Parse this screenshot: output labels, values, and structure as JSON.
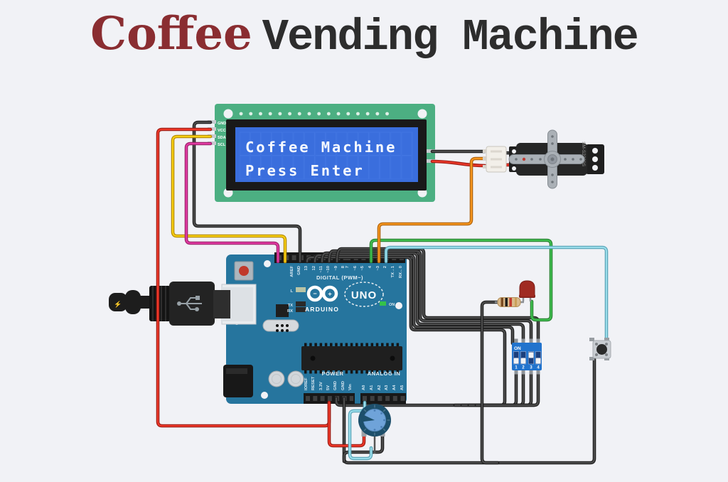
{
  "title": {
    "word1": "Coffee",
    "word2": "Vending Machine"
  },
  "lcd": {
    "line1": "Coffee Machine",
    "line2": "Press Enter",
    "pin_labels": [
      "GND",
      "VCC",
      "SDA",
      "SCL"
    ]
  },
  "servo": {
    "model": "SM-S2309S"
  },
  "arduino": {
    "brand": "ARDUINO",
    "model": "UNO",
    "on_label": "ON",
    "logo_minus": "−",
    "logo_plus": "+",
    "digital_header_label": "DIGITAL (PWM~)",
    "power_header_label": "POWER",
    "analog_header_label": "ANALOG IN",
    "led_labels": {
      "l": "L",
      "tx": "TX",
      "rx": "RX"
    },
    "pins_digital_left": [
      "AREF",
      "GND",
      "13",
      "12",
      "~11",
      "~10",
      "~9",
      "8"
    ],
    "pins_digital_right": [
      "7",
      "~6",
      "~5",
      "4",
      "~3",
      "2",
      "TX→1",
      "RX←0"
    ],
    "pins_power": [
      "IOREF",
      "RESET",
      "3.3V",
      "5V",
      "GND",
      "GND",
      "Vin"
    ],
    "pins_analog": [
      "A0",
      "A1",
      "A2",
      "A3",
      "A4",
      "A5"
    ]
  },
  "dip_switch": {
    "on_label": "ON",
    "positions": [
      "1",
      "2",
      "3",
      "4"
    ],
    "states": [
      false,
      false,
      true,
      false
    ]
  },
  "colors": {
    "background": "#f1f2f6",
    "title_accent": "#8a2d31",
    "title_dark": "#2d2d2d",
    "lcd_board_green": "#4caf82",
    "lcd_screen_blue": "#3a6edd",
    "arduino_blue": "#26759e",
    "dip_blue": "#2173cd",
    "wire_red": "#ef392a",
    "wire_yellow": "#f7cf13",
    "wire_pink": "#e23aa4",
    "wire_green": "#3fbf4f",
    "wire_orange": "#f6961e",
    "wire_cyan": "#9adeeb",
    "wire_black": "#222222",
    "led_red": "#a02b22"
  },
  "wires": [
    {
      "name": "lcd-gnd-to-digital-gnd",
      "color": "black"
    },
    {
      "name": "lcd-vcc-to-5v",
      "color": "red"
    },
    {
      "name": "lcd-sda",
      "color": "yellow"
    },
    {
      "name": "lcd-scl",
      "color": "pink"
    },
    {
      "name": "servo-power",
      "color": "black/red"
    },
    {
      "name": "servo-signal-to-pin3",
      "color": "orange"
    },
    {
      "name": "led-to-pin4",
      "color": "green"
    },
    {
      "name": "button-to-pin2",
      "color": "cyan"
    },
    {
      "name": "dip-bus-pins-13-12-11-10-9",
      "color": "black"
    },
    {
      "name": "ground-bus",
      "color": "black"
    },
    {
      "name": "pot-wiper-to-a0",
      "color": "cyan"
    },
    {
      "name": "pot-to-5v",
      "color": "red"
    }
  ]
}
